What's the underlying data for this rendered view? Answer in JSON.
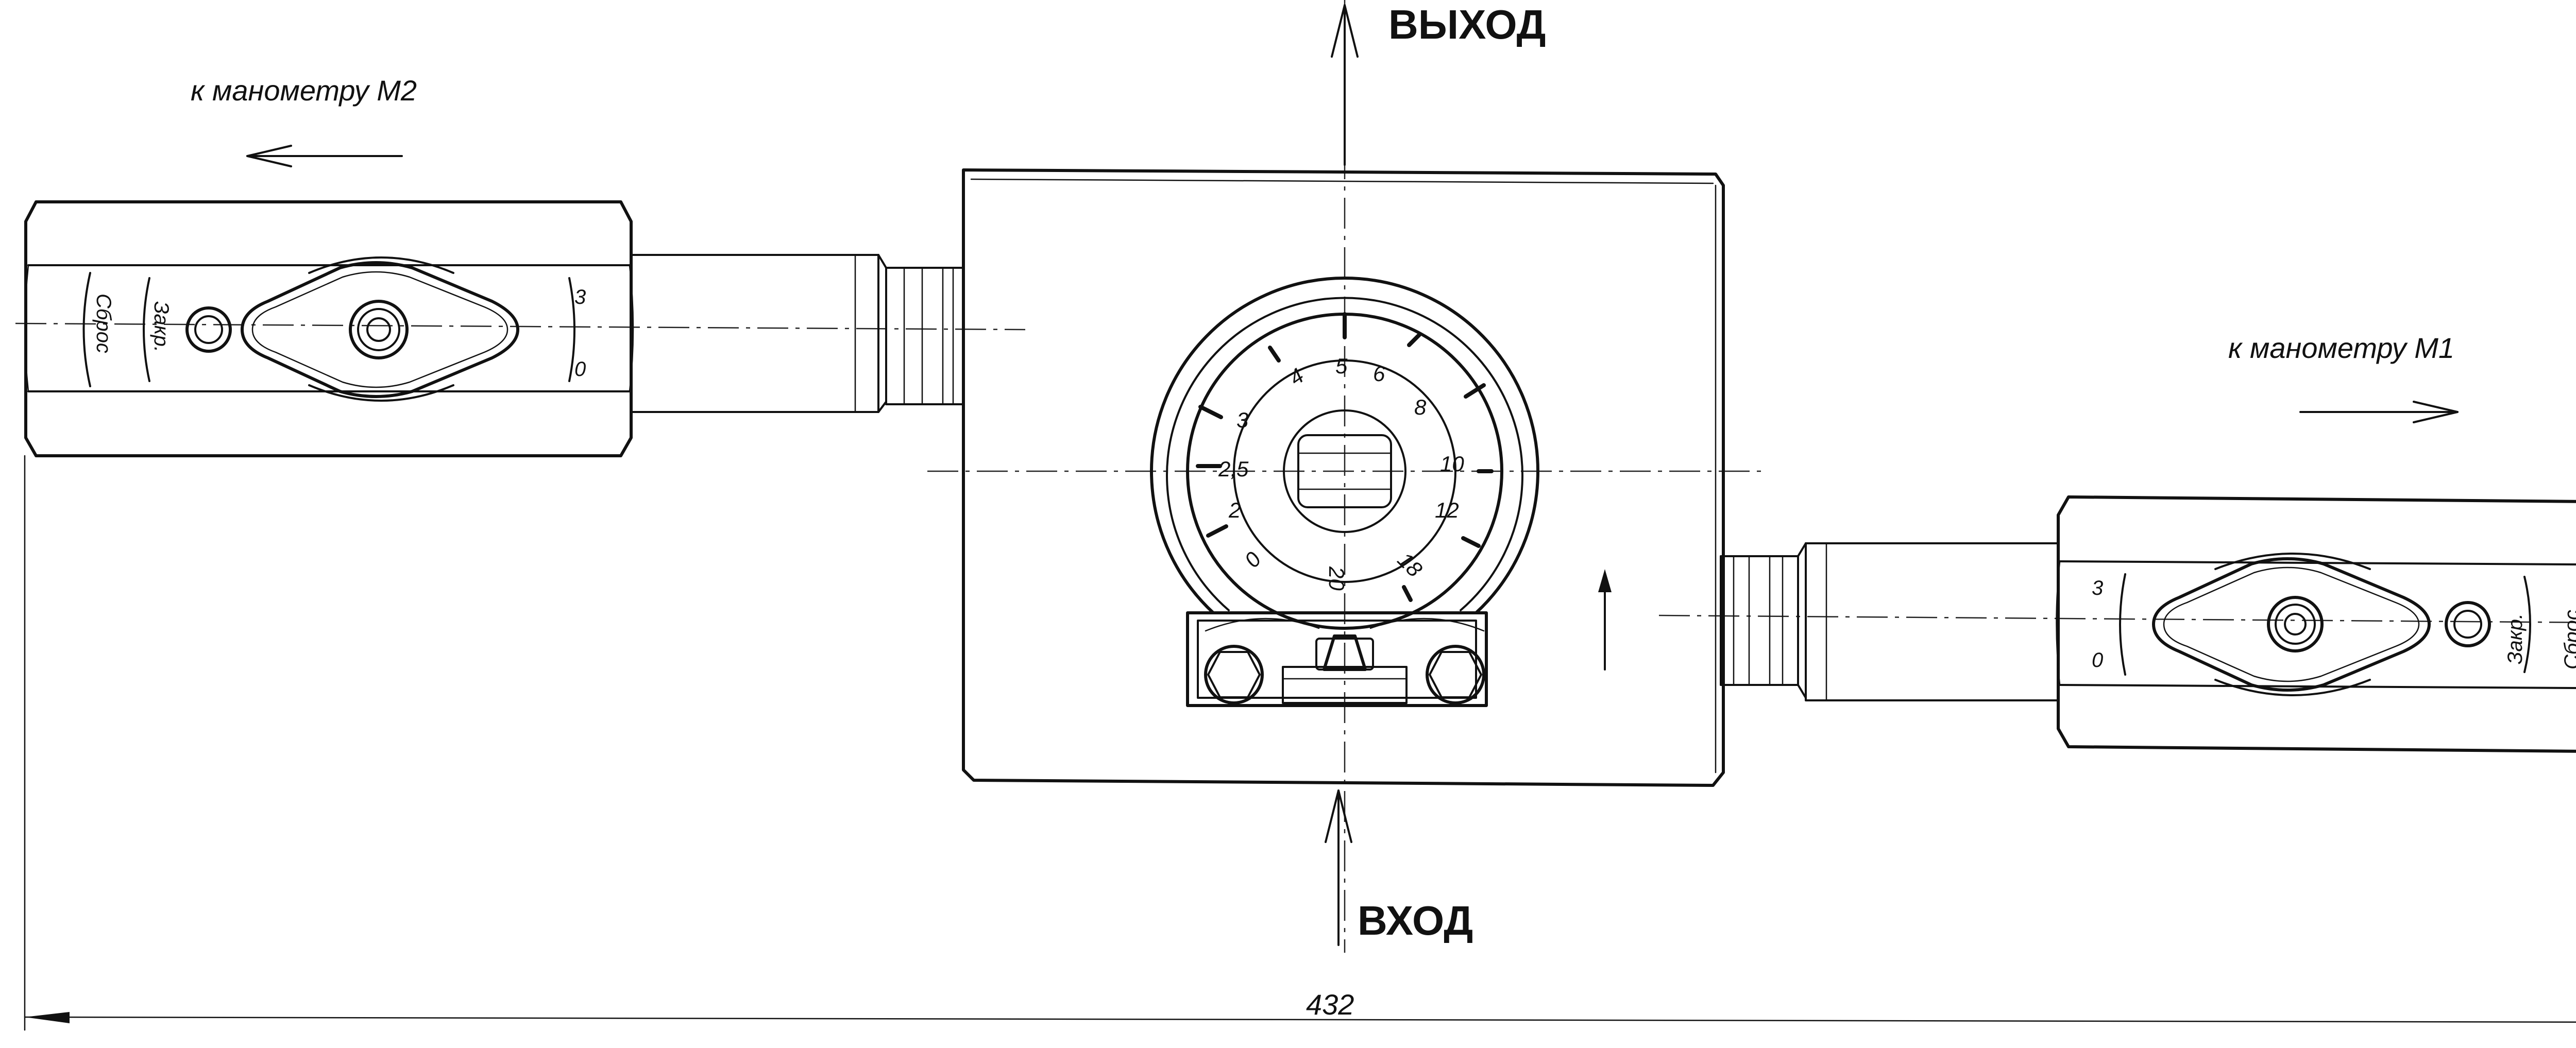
{
  "labels": {
    "outlet": "ВЫХОД",
    "inlet": "ВХОД",
    "to_gauge_m2": "к манометру М2",
    "to_gauge_m1": "к манометру М1",
    "overall_length": "432"
  },
  "valve_left": {
    "reset": "Сброс",
    "closed": "Закр.",
    "pos_3": "3",
    "pos_0": "0"
  },
  "valve_right": {
    "reset": "Сброс",
    "closed": "Закр.",
    "pos_3": "3",
    "pos_0": "0"
  },
  "dial": {
    "marks": [
      "0",
      "2",
      "2,5",
      "3",
      "4",
      "5",
      "6",
      "8",
      "10",
      "12",
      "18",
      "20"
    ]
  }
}
